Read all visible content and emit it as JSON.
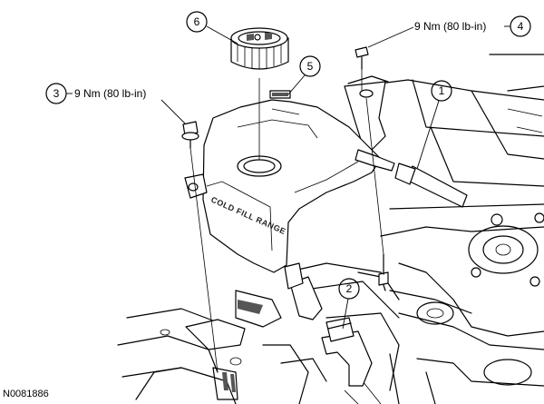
{
  "figure_id": "N0081886",
  "tank_embossing": "COLD FILL RANGE",
  "callouts": [
    {
      "num": "1"
    },
    {
      "num": "2"
    },
    {
      "num": "3",
      "label": "9 Nm (80 lb-in)"
    },
    {
      "num": "4",
      "label": "9 Nm (80 lb-in)"
    },
    {
      "num": "5"
    },
    {
      "num": "6"
    }
  ]
}
